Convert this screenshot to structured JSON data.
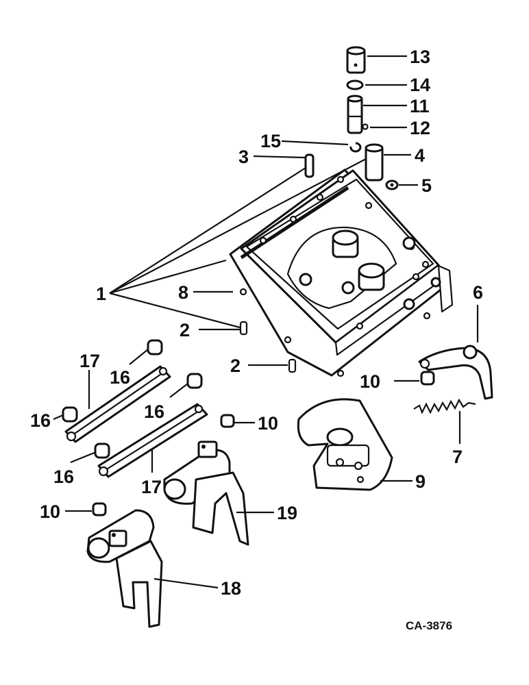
{
  "diagram": {
    "drawing_code": "CA-3876",
    "callouts": {
      "c1": "1",
      "c2a": "2",
      "c2b": "2",
      "c3": "3",
      "c4": "4",
      "c5": "5",
      "c6": "6",
      "c7": "7",
      "c8": "8",
      "c9": "9",
      "c10a": "10",
      "c10b": "10",
      "c10c": "10",
      "c11": "11",
      "c12": "12",
      "c13": "13",
      "c14": "14",
      "c15": "15",
      "c16a": "16",
      "c16b": "16",
      "c16c": "16",
      "c16d": "16",
      "c17a": "17",
      "c17b": "17",
      "c18": "18",
      "c19": "19"
    }
  }
}
